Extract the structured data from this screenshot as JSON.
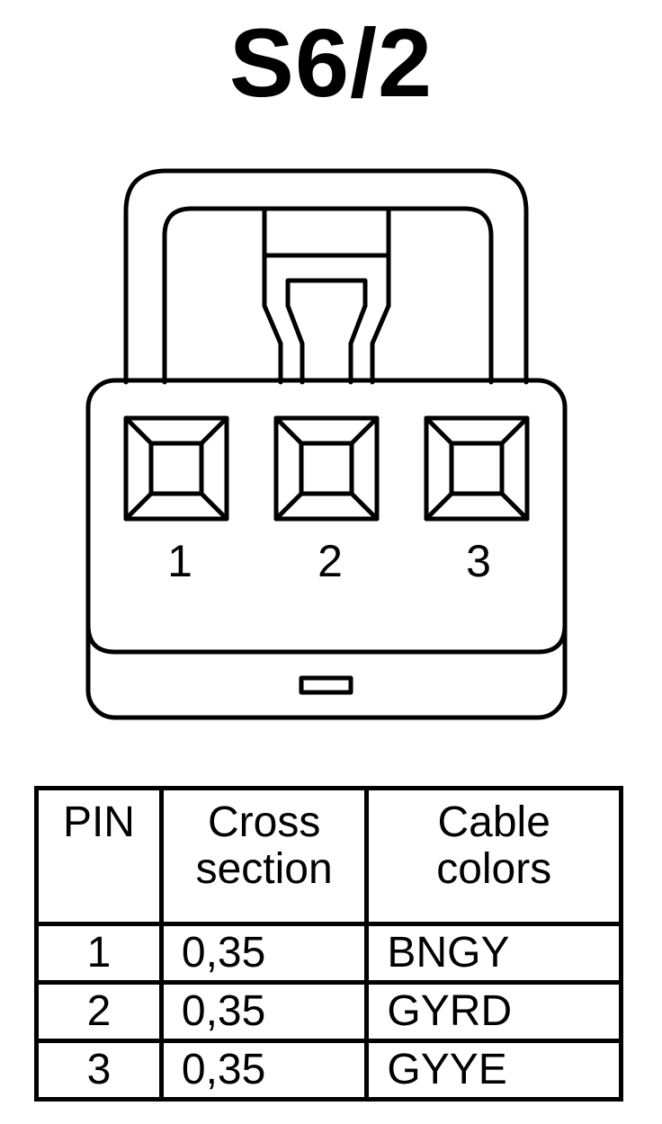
{
  "title": "S6/2",
  "pins": [
    "1",
    "2",
    "3"
  ],
  "table": {
    "headers": [
      [
        "PIN"
      ],
      [
        "Cross",
        "section"
      ],
      [
        "Cable",
        "colors"
      ]
    ],
    "rows": [
      {
        "pin": "1",
        "cross": "0,35",
        "color": "BNGY"
      },
      {
        "pin": "2",
        "cross": "0,35",
        "color": "GYRD"
      },
      {
        "pin": "3",
        "cross": "0,35",
        "color": "GYYE"
      }
    ]
  }
}
